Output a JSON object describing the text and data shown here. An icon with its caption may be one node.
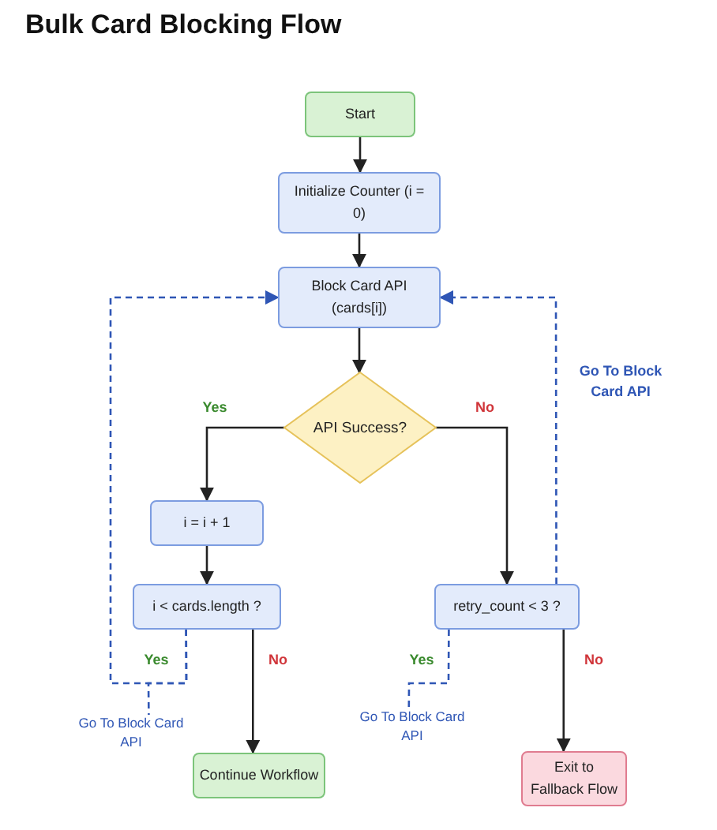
{
  "diagram": {
    "title": "Bulk Card Blocking Flow",
    "nodes": [
      {
        "text": [
          "Start"
        ]
      },
      {
        "text": [
          "Initialize Counter (i = 0)"
        ]
      },
      {
        "text": [
          "Block Card API (cards[i])"
        ]
      },
      {
        "text": [
          "API Success?"
        ]
      },
      {
        "text": [
          "i = i + 1"
        ]
      },
      {
        "text": [
          "i < cards.length ?"
        ]
      },
      {
        "text": [
          "retry_count < 3 ?"
        ]
      },
      {
        "text": [
          "Continue Workflow"
        ]
      },
      {
        "text": [
          "Exit to Fallback Flow"
        ]
      },
      {
        "text": [
          "Go To Block Card API"
        ]
      },
      {
        "text": [
          "Go To Block Card API"
        ]
      }
    ],
    "edges": [
      {
        "from": 0,
        "to": 1,
        "arrow": "to"
      },
      {
        "from": 1,
        "to": 2,
        "arrow": "to"
      },
      {
        "from": 2,
        "to": 3,
        "arrow": "to"
      },
      {
        "from": 3,
        "to": 4,
        "arrow": "to",
        "label": "Yes"
      },
      {
        "from": 3,
        "to": 6,
        "arrow": "to",
        "label": "No"
      },
      {
        "from": 4,
        "to": 5,
        "arrow": "to"
      },
      {
        "from": 5,
        "to": 7,
        "arrow": "to",
        "label": "No"
      },
      {
        "from": 5,
        "to": 2,
        "arrow": "to",
        "label": "Yes",
        "style": "dashed",
        "color": "#2f56b5"
      },
      {
        "from": 5,
        "to": 9,
        "arrow": "none",
        "style": "dashed",
        "color": "#2f56b5"
      },
      {
        "from": 6,
        "to": 8,
        "arrow": "to",
        "label": "No"
      },
      {
        "from": 6,
        "to": 2,
        "arrow": "to",
        "label": "Go To Block Card API",
        "style": "dashed",
        "color": "#2f56b5"
      },
      {
        "from": 6,
        "to": 10,
        "arrow": "none",
        "label": "Yes",
        "style": "dashed",
        "color": "#2f56b5"
      }
    ]
  }
}
